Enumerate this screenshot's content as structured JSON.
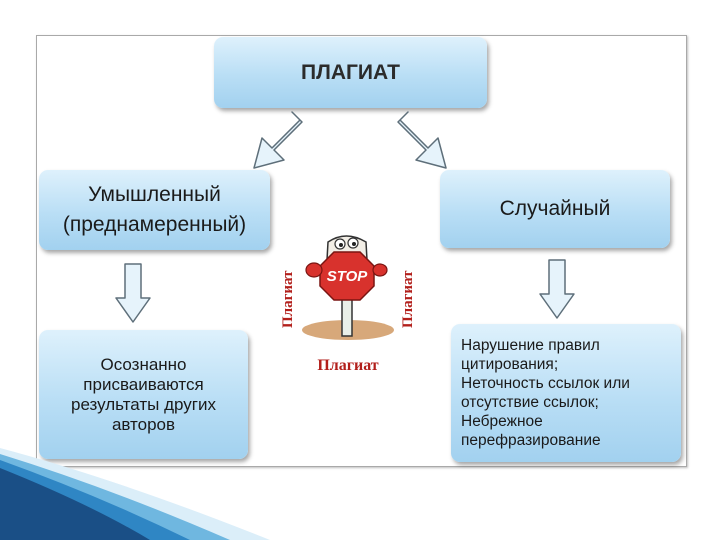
{
  "diagram": {
    "title": "ПЛАГИАТ",
    "left_branch": {
      "line1": "Умышленный",
      "line2": "(преднамеренный)"
    },
    "right_branch": {
      "label": "Случайный"
    },
    "left_detail": {
      "lines": [
        "Осознанно",
        "присваиваются",
        "результаты других",
        "авторов"
      ]
    },
    "right_detail": {
      "lines": [
        "Нарушение правил",
        "цитирования;",
        "Неточность ссылок или",
        "отсутствие ссылок;",
        "Небрежное",
        "перефразирование"
      ]
    }
  },
  "illustration": {
    "sign_text": "STOP",
    "caption": "Плагиат",
    "side_left": "Плагиат",
    "side_right": "Плагиат",
    "colors": {
      "sign": "#d8322d",
      "caption": "#b21f1b",
      "character": "#f2eee6"
    }
  },
  "colors": {
    "box_top": "#def1fc",
    "box_bottom": "#a2d1ef",
    "arrow_fill": "#e6f3fb",
    "arrow_stroke": "#5e6f7a"
  }
}
